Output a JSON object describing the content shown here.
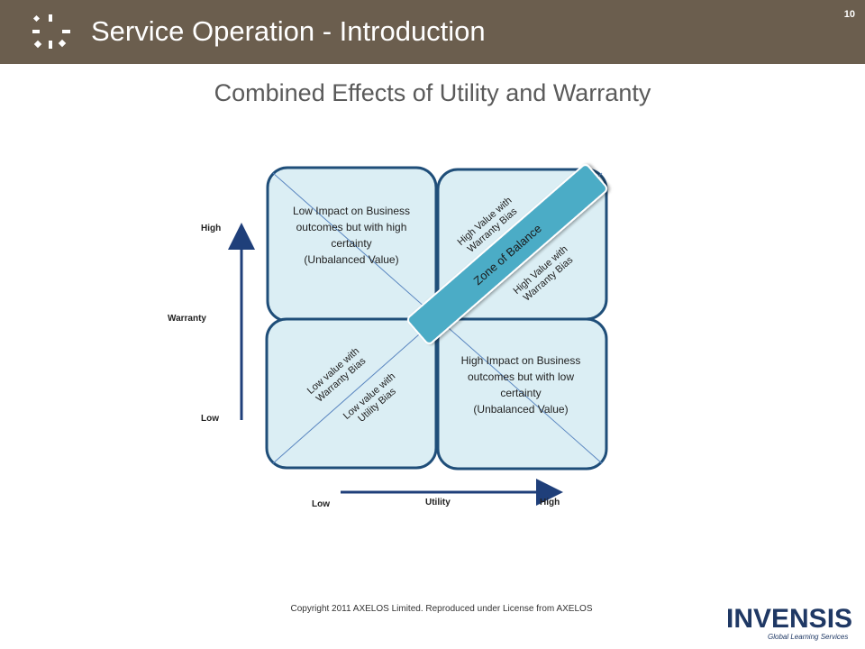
{
  "header": {
    "title": "Service Operation - Introduction",
    "slide_number": "10"
  },
  "slide": {
    "subtitle": "Combined Effects of Utility and Warranty"
  },
  "diagram": {
    "y_axis": {
      "high": "High",
      "label": "Warranty",
      "low": "Low"
    },
    "x_axis": {
      "low": "Low",
      "label": "Utility",
      "high": "High"
    },
    "top_left": {
      "lines": [
        "Low Impact on Business",
        "outcomes but with high",
        "certainty",
        "(Unbalanced Value)"
      ]
    },
    "bottom_right": {
      "lines": [
        "High Impact on Business",
        "outcomes but with low",
        "certainty",
        "(Unbalanced Value)"
      ]
    },
    "diag_labels": {
      "tr_upper": [
        "High Value with",
        "Warranty Bias"
      ],
      "tr_lower": [
        "High Value with",
        "Warranty Bias"
      ],
      "bl_upper": [
        "Low value with",
        "Warranty Bias"
      ],
      "bl_lower": [
        "Low value with",
        "Utility Bias"
      ]
    },
    "zone_label": "Zone of Balance"
  },
  "footer": {
    "copyright": "Copyright 2011 AXELOS Limited. Reproduced under License from AXELOS",
    "brand_name": "INVENSIS",
    "brand_tagline": "Global Learning Services"
  },
  "colors": {
    "header_bg": "#6b5e4e",
    "quad_fill": "#dbeef4",
    "quad_stroke": "#1f4e79",
    "zone_fill": "#4bacc6",
    "axis_arrow": "#1f3f7a"
  }
}
